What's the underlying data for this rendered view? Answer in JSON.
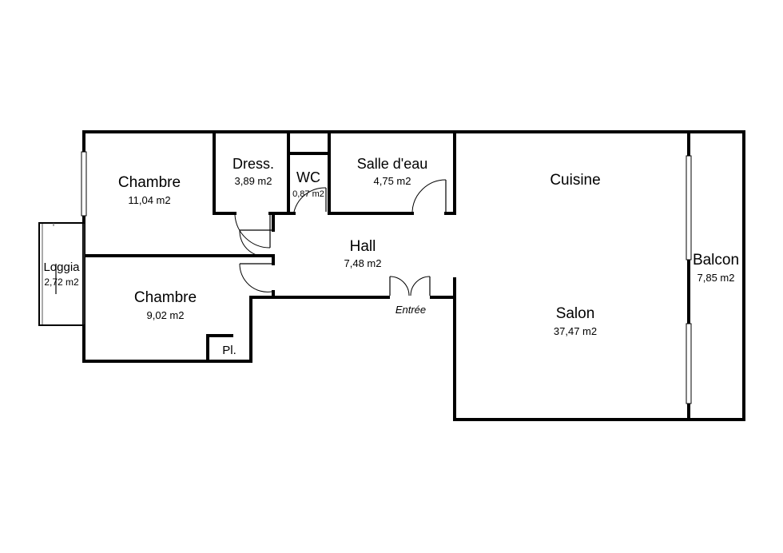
{
  "rooms": {
    "chambre1": {
      "name": "Chambre",
      "area": "11,04 m2"
    },
    "dressing": {
      "name": "Dress.",
      "area": "3,89 m2"
    },
    "wc": {
      "name": "WC",
      "area": "0,87 m2"
    },
    "salle_deau": {
      "name": "Salle d'eau",
      "area": "4,75 m2"
    },
    "cuisine": {
      "name": "Cuisine"
    },
    "hall": {
      "name": "Hall",
      "area": "7,48 m2"
    },
    "loggia": {
      "name": "Loggia",
      "area": "2,72 m2"
    },
    "chambre2": {
      "name": "Chambre",
      "area": "9,02 m2"
    },
    "placard": {
      "name": "Pl."
    },
    "salon": {
      "name": "Salon",
      "area": "37,47 m2"
    },
    "balcon": {
      "name": "Balcon",
      "area": "7,85 m2"
    }
  },
  "entrance": {
    "label": "Entrée"
  }
}
